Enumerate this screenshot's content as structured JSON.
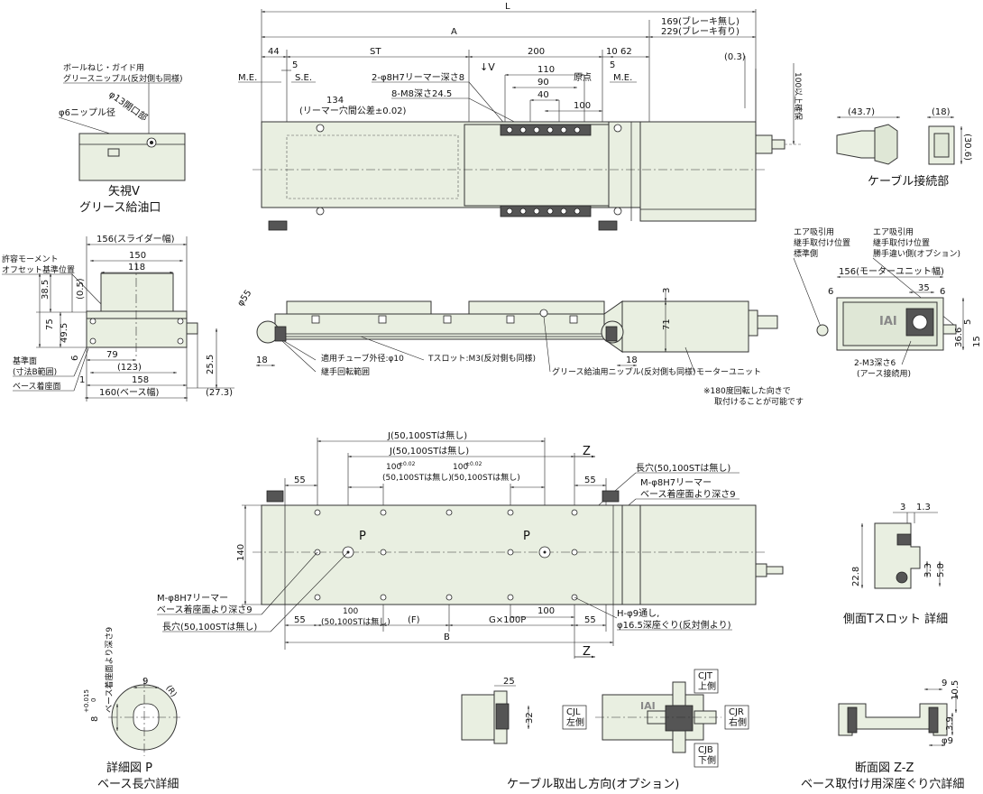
{
  "top_view": {
    "dims": {
      "L": "L",
      "A": "A",
      "brake_none": "169(ブレーキ無し)",
      "brake_with": "229(ブレーキ有り)",
      "d44": "44",
      "ST": "ST",
      "d200": "200",
      "d10": "10",
      "d62": "62",
      "d5a": "5",
      "d5b": "5",
      "d03": "(0.3)",
      "cable_secure": "100以上確保",
      "d110": "110",
      "d90": "90",
      "d40": "40",
      "d100": "100",
      "ME_left": "M.E.",
      "SE": "S.E.",
      "origin": "原点",
      "ME_right": "M.E.",
      "view_v": "↓V",
      "reamer": "2-φ8H7リーマー深さ8",
      "m8": "8-M8深さ24.5",
      "d134": "134",
      "reamer_tol": "(リーマー穴間公差±0.02)"
    }
  },
  "view_v": {
    "ball_screw": "ボールねじ・ガイド用",
    "grease_nipple": "グリースニップル(反対側も同様)",
    "opening": "φ13開口部",
    "nipple_dia": "φ6ニップル径",
    "title1": "矢視V",
    "title2": "グリース給油口"
  },
  "cable_connect": {
    "d437": "(43.7)",
    "d18": "(18)",
    "d306": "(30.6)",
    "title": "ケーブル接続部"
  },
  "front_view": {
    "slider_width": "156(スライダー幅)",
    "d150": "150",
    "d118": "118",
    "moment1": "許容モーメント",
    "moment2": "オフセット基準位置",
    "d385": "38.5",
    "d05": "(0.5)",
    "d75": "75",
    "d495": "49.5",
    "d6": "6",
    "ref_face": "基準面",
    "ref_range": "(寸法B範囲)",
    "base_face": "ベース着座面",
    "d79": "79",
    "d123": "(123)",
    "d158": "158",
    "d1": "1",
    "base_width": "160(ベース幅)",
    "d255": "25.5",
    "d273": "(27.3)"
  },
  "side_view": {
    "d55": "φ55",
    "d3": "3",
    "d71": "71",
    "d18a": "18",
    "d18b": "18",
    "tube": "適用チューブ外径:φ10",
    "joint": "継手回転範囲",
    "tslot": "Tスロット:M3(反対側も同様)",
    "nipple": "グリース給油用ニップル(反対側も同様)",
    "motor": "モーターユニット",
    "note1": "※180度回転した向きで",
    "note2": "取付けることが可能です"
  },
  "motor_end": {
    "air1a": "エア吸引用",
    "air1b": "継手取付け位置",
    "air1c": "標準側",
    "air2a": "エア吸引用",
    "air2b": "継手取付け位置",
    "air2c": "勝手違い側(オプション)",
    "width": "156(モーターユニット幅)",
    "d6a": "6",
    "d35": "35",
    "d6b": "6",
    "d5": "5",
    "d366": "36.6",
    "d15": "15",
    "m3a": "2-M3深さ6",
    "m3b": "(アース接続用)",
    "logo": "IAI"
  },
  "bottom_view": {
    "J1": "J(50,100STは無し)",
    "J2": "J(50,100STは無し)",
    "d55a": "55",
    "d55b": "55",
    "d100a": "100",
    "tol_a": "±0.02",
    "st_a": "(50,100STは無し)",
    "d100b": "100",
    "tol_b": "±0.02",
    "st_b": "(50,100STは無し)",
    "z": "Z",
    "slot": "長穴(50,100STは無し)",
    "reamer_r1": "M-φ8H7リーマー",
    "reamer_r2": "ベース着座面より深さ9",
    "d140": "140",
    "P1": "P",
    "P2": "P",
    "reamer_l1": "M-φ8H7リーマー",
    "reamer_l2": "ベース着座面より深さ9",
    "slot_l": "長穴(50,100STは無し)",
    "d55c": "55",
    "d100c": "100",
    "st_c": "(50,100STは無し)",
    "F": "(F)",
    "d100d": "100",
    "GP": "G×100P",
    "d55d": "55",
    "B": "B",
    "H1": "H-φ9通し,",
    "H2": "φ16.5深座ぐり(反対側より)"
  },
  "tslot_detail": {
    "d3": "3",
    "d13": "1.3",
    "d228": "22.8",
    "d33": "3.3",
    "d58": "5.8",
    "title": "側面Tスロット 詳細"
  },
  "detail_p": {
    "d9": "9",
    "R": "(R)",
    "d8": "8",
    "tol": "+0.015",
    "tol0": "0",
    "depth": "ベース着座面より深さ9",
    "title1": "詳細図 P",
    "title2": "ベース長穴詳細"
  },
  "cable_option": {
    "d25": "25",
    "d32": "32",
    "CJT": "CJT",
    "top": "上側",
    "CJL": "CJL",
    "left": "左側",
    "CJR": "CJR",
    "right": "右側",
    "CJB": "CJB",
    "bottom": "下側",
    "logo": "IAI",
    "title": "ケーブル取出し方向(オプション)"
  },
  "section_zz": {
    "d9": "9",
    "d105": "10.5",
    "d39": "3.9",
    "d9b": "φ9",
    "title1": "断面図 Z-Z",
    "title2": "ベース取付け用深座ぐり穴詳細"
  }
}
